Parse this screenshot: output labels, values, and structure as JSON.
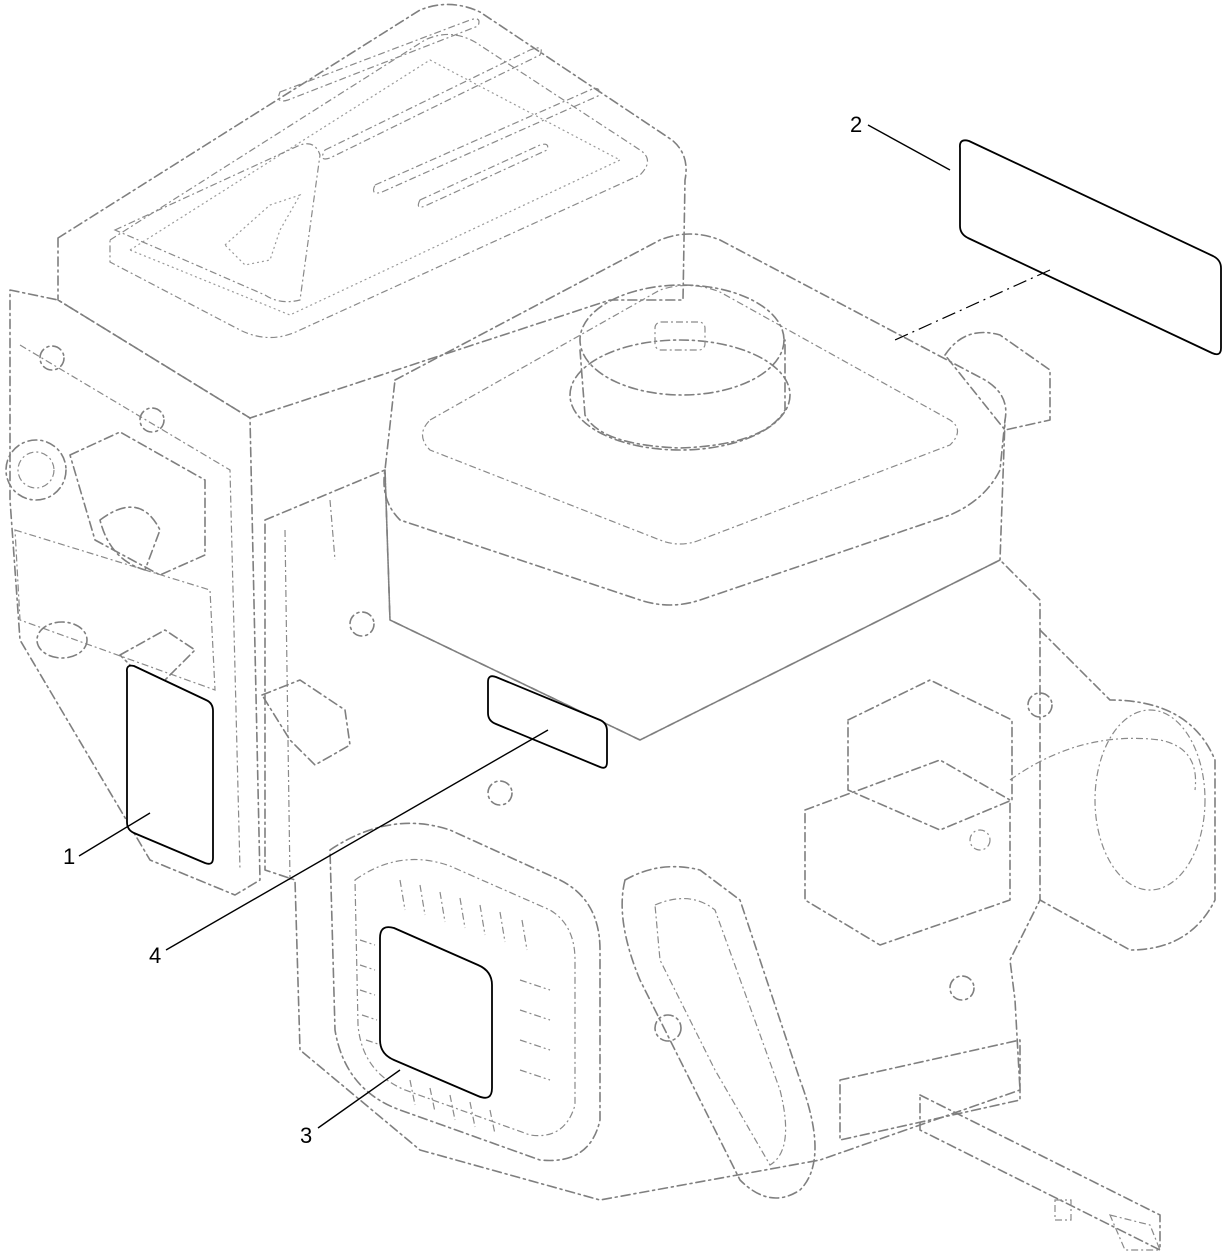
{
  "callouts": [
    {
      "id": "1",
      "label": "1"
    },
    {
      "id": "2",
      "label": "2"
    },
    {
      "id": "3",
      "label": "3"
    },
    {
      "id": "4",
      "label": "4"
    }
  ],
  "colors": {
    "decal_outline": "#000000",
    "phantom_lines": "#7f7f7f",
    "background": "#ffffff"
  }
}
